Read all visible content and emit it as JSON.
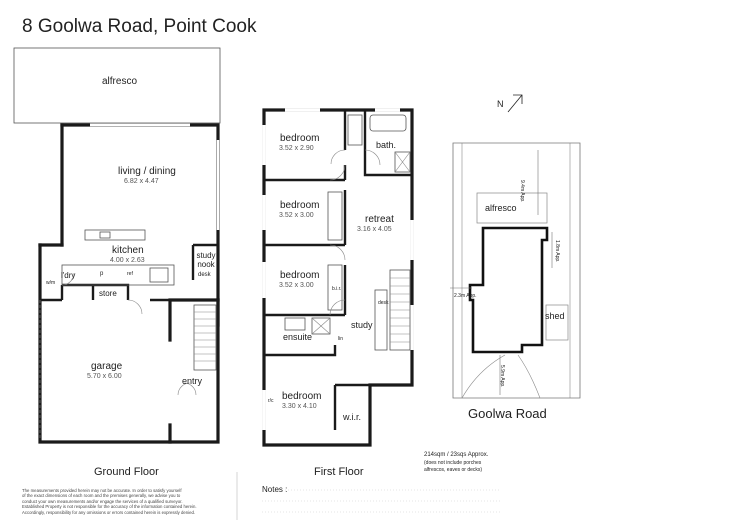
{
  "title": "8 Goolwa Road, Point Cook",
  "ground_floor": {
    "label": "Ground Floor",
    "alfresco": "alfresco",
    "living": {
      "name": "living / dining",
      "dims": "6.82 x 4.47"
    },
    "kitchen": {
      "name": "kitchen",
      "dims": "4.00 x 2.63"
    },
    "study_nook": "study nook",
    "desk": "desk",
    "ldry": "l'dry",
    "store": "store",
    "wm": "w/m",
    "ref": "ref",
    "p": "p",
    "garage": {
      "name": "garage",
      "dims": "5.70 x 6.00"
    },
    "entry": "entry"
  },
  "first_floor": {
    "label": "First Floor",
    "bedroom1": {
      "name": "bedroom",
      "dims": "3.52 x 2.90"
    },
    "bedroom2": {
      "name": "bedroom",
      "dims": "3.52 x 3.00"
    },
    "bedroom3": {
      "name": "bedroom",
      "dims": "3.52 x 3.00"
    },
    "bedroom4": {
      "name": "bedroom",
      "dims": "3.30 x 4.10"
    },
    "bath": "bath.",
    "retreat": {
      "name": "retreat",
      "dims": "3.16 x 4.05"
    },
    "study": "study",
    "ensuite": "ensuite",
    "wir": "w.i.r.",
    "bir": "b.i.r.",
    "lin": "lin",
    "desk": "desk",
    "rpc": "r/c"
  },
  "site_plan": {
    "north": "N",
    "alfresco": "alfresco",
    "shed": "shed",
    "road": "Goolwa Road",
    "dim_top": "9.4m App.",
    "dim_right": "1.8m App.",
    "dim_left": "2.3m App.",
    "dim_bottom": "5.9m App."
  },
  "area": {
    "line1": "214sqm / 23sqs  Approx.",
    "line2": "(does not include porches",
    "line3": "alfrescos, eaves or decks)"
  },
  "notes_label": "Notes :",
  "disclaimer": [
    "The measurements provided herein may not be accurate. In order to satisfy yourself",
    "of the exact dimensions of each room and the premises generally, we advise you to",
    "conduct your own measurements and/or engage the services of a qualified surveyor.",
    "Established Property is not responsible for the accuracy of the information contained herein.",
    "Accordingly, responsibility for any omissions or errors contained herein is expressly denied."
  ]
}
